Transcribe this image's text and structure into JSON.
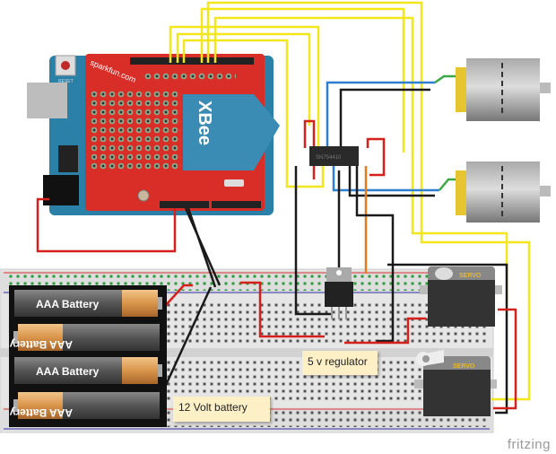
{
  "arduino": {
    "reset_label": "RESET",
    "shield_brand": "sparkfun.com",
    "xbee_label": "XBee"
  },
  "driver_chip": {
    "label": "SN754410"
  },
  "batteries": [
    {
      "label": "AAA Battery",
      "flipped": false
    },
    {
      "label": "AAA Battery",
      "flipped": true
    },
    {
      "label": "AAA Battery",
      "flipped": false
    },
    {
      "label": "AAA Battery",
      "flipped": true
    }
  ],
  "servos": [
    {
      "label": "SERVO"
    },
    {
      "label": "SERVO"
    }
  ],
  "notes": {
    "regulator": "5 v  regulator",
    "battery": "12 Volt battery"
  },
  "watermark": "fritzing",
  "colors": {
    "shield": "#d92d27",
    "arduino": "#2b80a8",
    "breadboard": "#e6e6e6",
    "wire_yellow": "#f2e61c",
    "wire_red": "#d6201b",
    "wire_black": "#1a1a1a",
    "wire_blue": "#2f7fd0",
    "wire_green": "#3aa844",
    "wire_orange": "#e07b1e"
  }
}
